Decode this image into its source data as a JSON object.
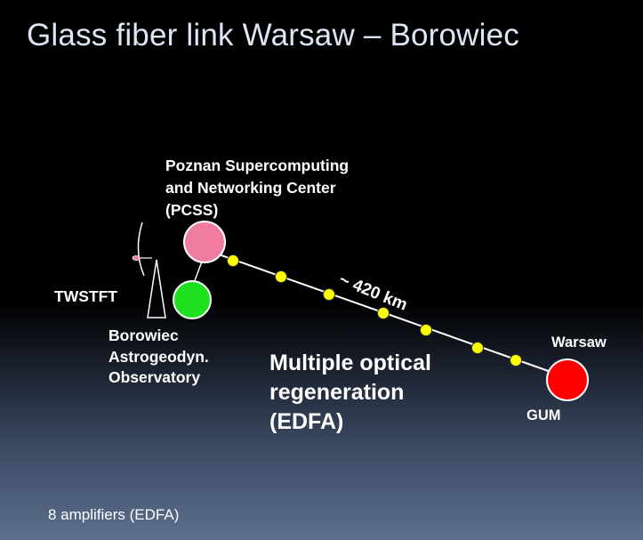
{
  "title": "Glass fiber link Warsaw – Borowiec",
  "nodes": {
    "pcss": {
      "lines": [
        "Poznan Supercomputing",
        "and Networking Center",
        "(PCSS)"
      ],
      "color": "#f07ca0"
    },
    "borowiec": {
      "lines": [
        "Borowiec",
        "Astrogeodyn.",
        "Observatory"
      ],
      "color": "#1ee01e"
    },
    "twstft": {
      "label": "TWSTFT"
    },
    "warsaw": {
      "label": "Warsaw",
      "color": "#ff0000"
    },
    "gum": {
      "label": "GUM"
    }
  },
  "link": {
    "distance": "~ 420 km",
    "amplifier_count": 7,
    "amplifier_color": "#ffff00"
  },
  "regeneration": {
    "lines": [
      "Multiple optical",
      "regeneration",
      "(EDFA)"
    ]
  },
  "footer": "8 amplifiers (EDFA)"
}
